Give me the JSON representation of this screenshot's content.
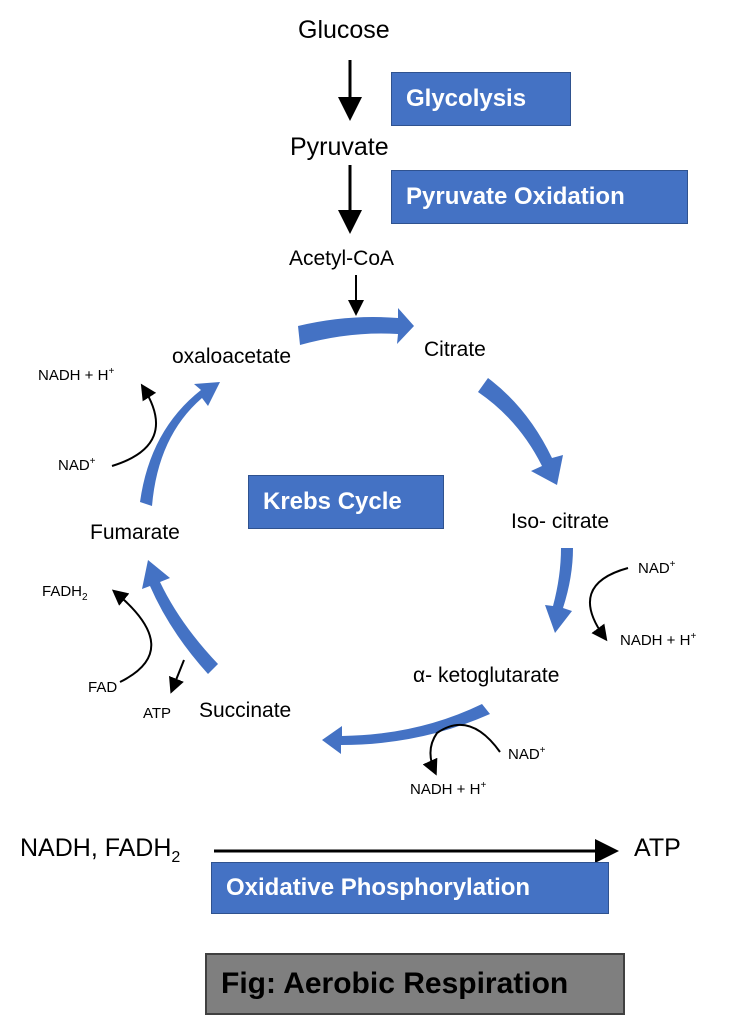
{
  "pathway": {
    "glucose": "Glucose",
    "pyruvate": "Pyruvate",
    "acetyl_coa": "Acetyl-CoA",
    "glycolysis": "Glycolysis",
    "pyruvate_oxidation": "Pyruvate Oxidation"
  },
  "krebs": {
    "title": "Krebs Cycle",
    "citrate": "Citrate",
    "isocitrate": "Iso- citrate",
    "ketoglutarate": "α- ketoglutarate",
    "succinate": "Succinate",
    "fumarate": "Fumarate",
    "oxaloacetate": "oxaloacetate"
  },
  "cofactors": {
    "nad": "NAD",
    "nadh": "NADH + H",
    "plus": "+",
    "fad": "FAD",
    "fadh": "FADH",
    "two": "2",
    "atp": "ATP"
  },
  "oxphos": {
    "input": "NADH, FADH",
    "input_sub": "2",
    "output": "ATP",
    "label": "Oxidative Phosphorylation"
  },
  "caption": "Fig: Aerobic Respiration",
  "colors": {
    "accent": "#4472c4",
    "caption_bg": "#7f7f7f"
  }
}
